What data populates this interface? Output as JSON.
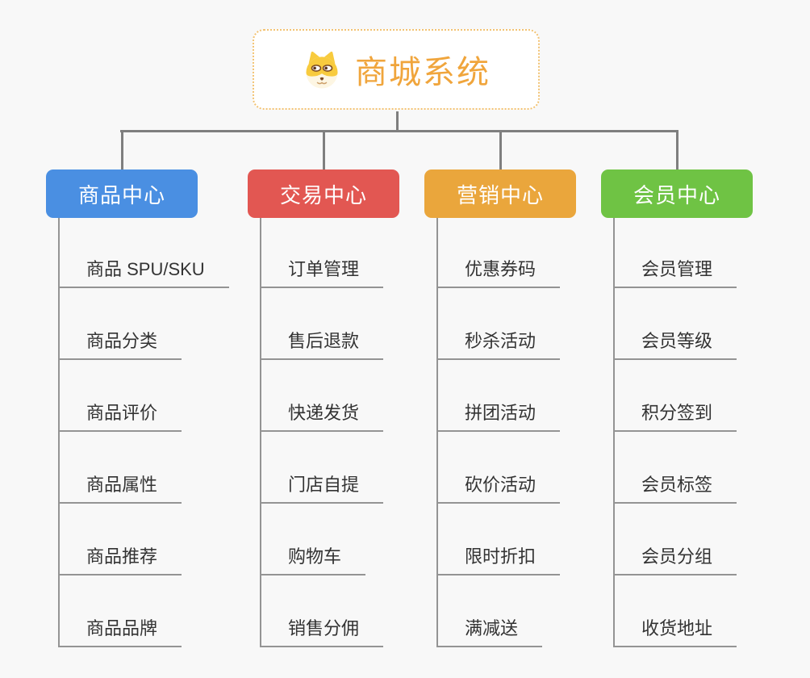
{
  "root": {
    "title": "商城系统",
    "icon": "dog-face-icon"
  },
  "branches": [
    {
      "label": "商品中心",
      "color": "#4a8fe2",
      "items": [
        "商品 SPU/SKU",
        "商品分类",
        "商品评价",
        "商品属性",
        "商品推荐",
        "商品品牌"
      ]
    },
    {
      "label": "交易中心",
      "color": "#e25752",
      "items": [
        "订单管理",
        "售后退款",
        "快递发货",
        "门店自提",
        "购物车",
        "销售分佣"
      ]
    },
    {
      "label": "营销中心",
      "color": "#eaa63c",
      "items": [
        "优惠券码",
        "秒杀活动",
        "拼团活动",
        "砍价活动",
        "限时折扣",
        "满减送"
      ]
    },
    {
      "label": "会员中心",
      "color": "#6fc344",
      "items": [
        "会员管理",
        "会员等级",
        "积分签到",
        "会员标签",
        "会员分组",
        "收货地址"
      ]
    }
  ],
  "colors": {
    "background": "#f8f8f8",
    "root_accent": "#f0a53c",
    "root_border": "#f2c272",
    "connector": "#7f7f7f",
    "sub_line": "#949494",
    "sub_text": "#333333"
  }
}
